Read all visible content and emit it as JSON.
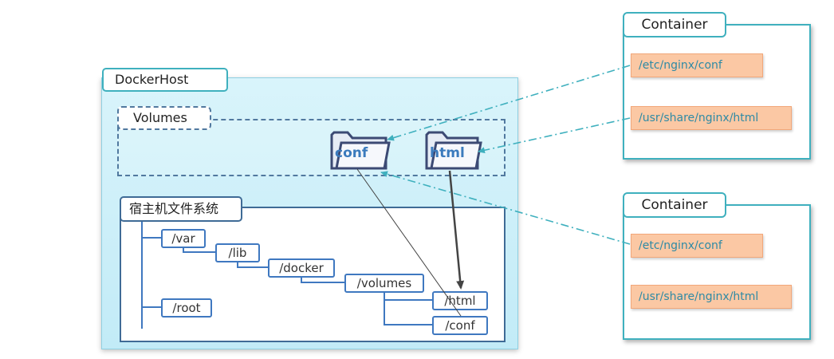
{
  "docker_host": {
    "label": "DockerHost"
  },
  "volumes": {
    "label": "Volumes",
    "folders": [
      {
        "name": "conf",
        "icon": "folder-icon"
      },
      {
        "name": "html",
        "icon": "folder-icon"
      }
    ]
  },
  "host_fs": {
    "label": "宿主机文件系统",
    "dirs": {
      "var": "/var",
      "lib": "/lib",
      "docker": "/docker",
      "volumes": "/volumes",
      "html": "/html",
      "conf": "/conf",
      "root": "/root"
    }
  },
  "containers": [
    {
      "title": "Container",
      "paths": [
        "/etc/nginx/conf",
        "/usr/share/nginx/html"
      ]
    },
    {
      "title": "Container",
      "paths": [
        "/etc/nginx/conf",
        "/usr/share/nginx/html"
      ]
    }
  ],
  "colors": {
    "teal_border": "#3fb0be",
    "navy_border": "#3f6b96",
    "path_fill": "#fbc8a4",
    "path_text": "#2e8aa5",
    "host_fill": "#c9eef8",
    "mount_line": "#3fb0be"
  }
}
